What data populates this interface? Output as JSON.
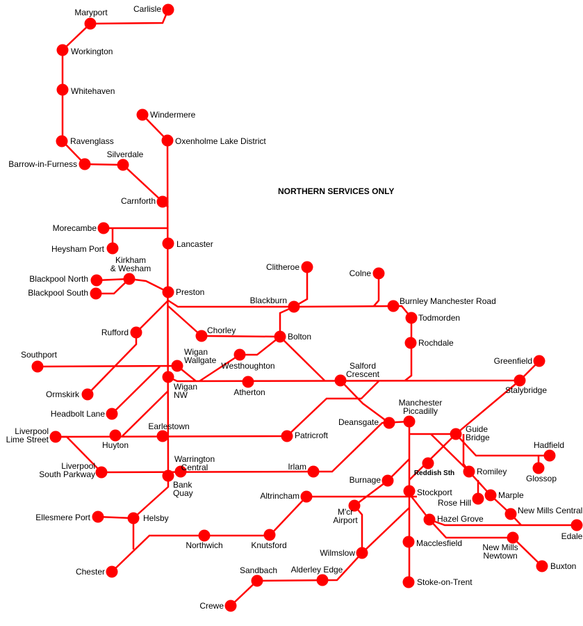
{
  "title": "NORTHERN SERVICES ONLY",
  "line_color": "#ff0000",
  "stations": [
    [
      "Carlisle"
    ],
    [
      "Maryport"
    ],
    [
      "Workington"
    ],
    [
      "Whitehaven"
    ],
    [
      "Ravenglass"
    ],
    [
      "Barrow-in-Furness"
    ],
    [
      "Silverdale"
    ],
    [
      "Windermere"
    ],
    [
      "Oxenholme Lake District"
    ],
    [
      "Carnforth"
    ],
    [
      "Morecambe"
    ],
    [
      "Heysham Port"
    ],
    [
      "Lancaster"
    ],
    [
      "Kirkham",
      "& Wesham"
    ],
    [
      "Blackpool North"
    ],
    [
      "Blackpool South"
    ],
    [
      "Preston"
    ],
    [
      "Clitheroe"
    ],
    [
      "Colne"
    ],
    [
      "Blackburn"
    ],
    [
      "Burnley Manchester Road"
    ],
    [
      "Todmorden"
    ],
    [
      "Rochdale"
    ],
    [
      "Rufford"
    ],
    [
      "Chorley"
    ],
    [
      "Bolton"
    ],
    [
      "Westhoughton"
    ],
    [
      "Wigan",
      "Wallgate"
    ],
    [
      "Wigan",
      "NW"
    ],
    [
      "Southport"
    ],
    [
      "Atherton"
    ],
    [
      "Salford",
      "Crescent"
    ],
    [
      "Greenfield"
    ],
    [
      "Stalybridge"
    ],
    [
      "Ormskirk"
    ],
    [
      "Headbolt Lane"
    ],
    [
      "Manchester",
      "Piccadilly"
    ],
    [
      "Deansgate"
    ],
    [
      "Liverpool",
      "Lime Street"
    ],
    [
      "Huyton"
    ],
    [
      "Earlestown"
    ],
    [
      "Patricroft"
    ],
    [
      "Guide",
      "Bridge"
    ],
    [
      "Hadfield"
    ],
    [
      "Glossop"
    ],
    [
      "Reddish Sth"
    ],
    [
      "Romiley"
    ],
    [
      "Liverpool",
      "South Parkway"
    ],
    [
      "Warrington",
      "Central"
    ],
    [
      "Irlam"
    ],
    [
      "Bank",
      "Quay"
    ],
    [
      "Burnage"
    ],
    [
      "Stockport"
    ],
    [
      "Marple"
    ],
    [
      "Rose Hill"
    ],
    [
      "Altrincham"
    ],
    [
      "M'cr",
      "Airport"
    ],
    [
      "New Mills Central"
    ],
    [
      "Hazel Grove"
    ],
    [
      "Ellesmere Port"
    ],
    [
      "Helsby"
    ],
    [
      "Edale"
    ],
    [
      "Northwich"
    ],
    [
      "Knutsford"
    ],
    [
      "New Mills",
      "Newtown"
    ],
    [
      "Macclesfield"
    ],
    [
      "Wilmslow"
    ],
    [
      "Buxton"
    ],
    [
      "Chester"
    ],
    [
      "Sandbach"
    ],
    [
      "Alderley Edge"
    ],
    [
      "Stoke-on-Trent"
    ],
    [
      "Crewe"
    ]
  ]
}
